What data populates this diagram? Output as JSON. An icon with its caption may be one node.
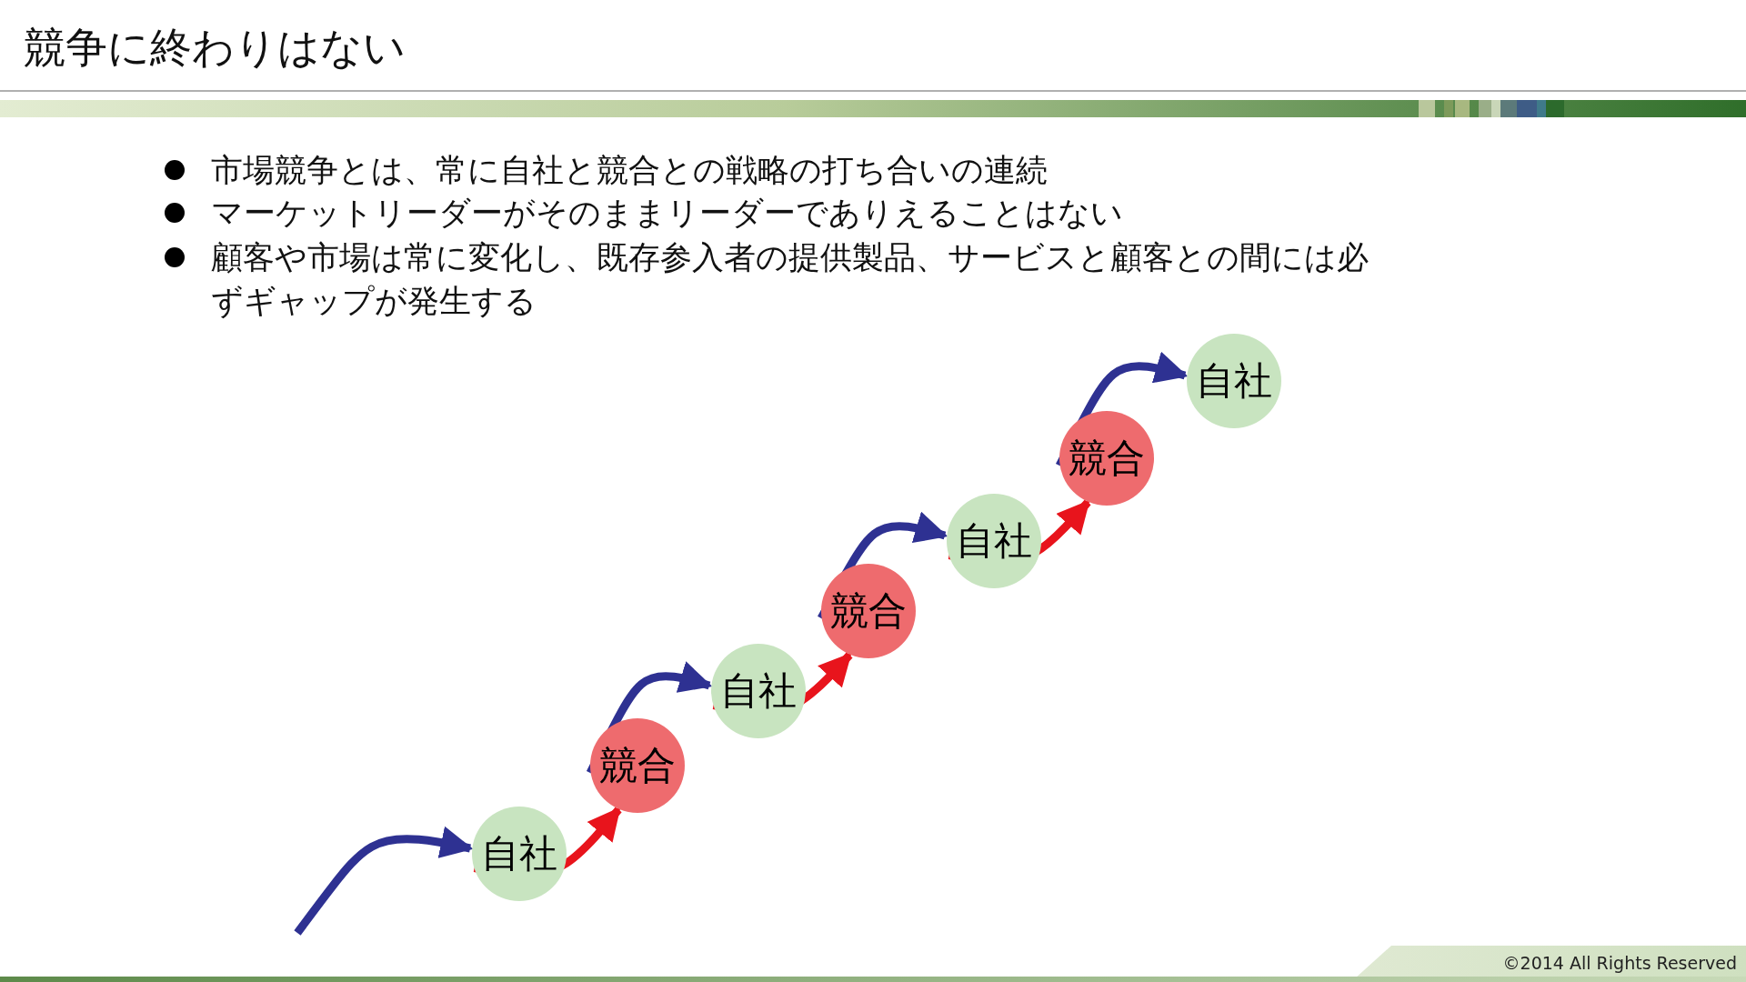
{
  "diagram": {
    "title": "競争に終わりはない",
    "nodes": [
      {
        "text": [
          "自社"
        ]
      },
      {
        "text": [
          "競合"
        ]
      },
      {
        "text": [
          "自社"
        ]
      },
      {
        "text": [
          "競合"
        ]
      },
      {
        "text": [
          "自社"
        ]
      },
      {
        "text": [
          "競合"
        ]
      },
      {
        "text": [
          "自社"
        ]
      }
    ],
    "edges": [
      {
        "from": null,
        "to": 0,
        "arrow": "to"
      },
      {
        "from": 0,
        "to": 1,
        "arrow": "to",
        "color": "#e8141c"
      },
      {
        "from": 1,
        "to": 2,
        "arrow": "to"
      },
      {
        "from": 2,
        "to": 3,
        "arrow": "to",
        "color": "#e8141c"
      },
      {
        "from": 3,
        "to": 4,
        "arrow": "to"
      },
      {
        "from": 4,
        "to": 5,
        "arrow": "to",
        "color": "#e8141c"
      },
      {
        "from": 5,
        "to": 6,
        "arrow": "to"
      }
    ],
    "labels": [
      "市場競争とは、常に自社と競合との戦略の打ち合いの連続",
      "マーケットリーダーがそのままリーダーでありえることはない",
      "顧客や市場は常に変化し、既存参入者の提供製品、サービスと顧客との間には必ずギャップが発生する",
      "©2014 All Rights Reserved"
    ]
  }
}
